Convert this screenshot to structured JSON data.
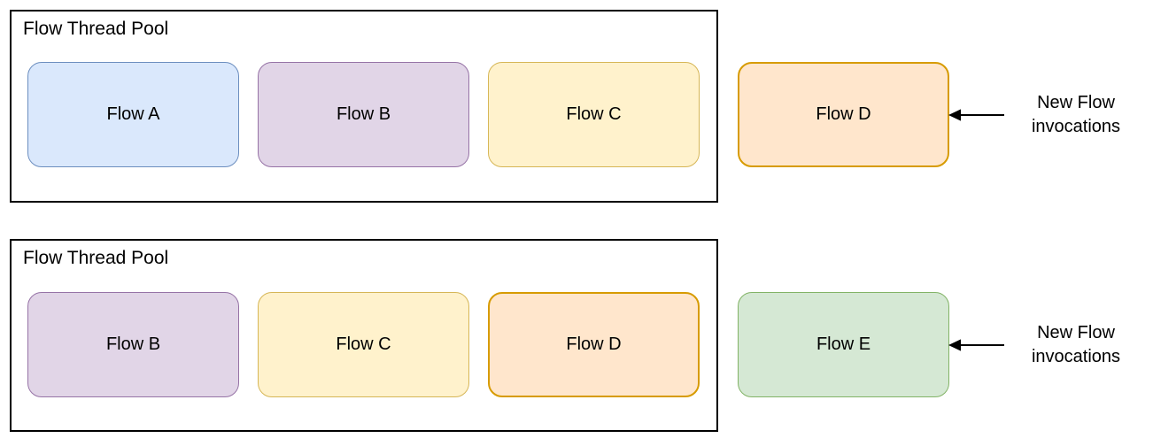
{
  "colors": {
    "pool_border": "#000000",
    "arrow": "#000000",
    "text": "#000000",
    "background": "#ffffff"
  },
  "pools": [
    {
      "title": "Flow Thread Pool",
      "threads": [
        {
          "label": "Flow A",
          "fill": "#dae8fc",
          "stroke": "#6c8ebf",
          "border_width": "1px"
        },
        {
          "label": "Flow B",
          "fill": "#e1d5e7",
          "stroke": "#9673a6",
          "border_width": "1px"
        },
        {
          "label": "Flow C",
          "fill": "#fff2cc",
          "stroke": "#d6b656",
          "border_width": "1px"
        }
      ],
      "incoming": {
        "label": "Flow D",
        "fill": "#ffe6cc",
        "stroke": "#d79b00",
        "border_width": "2px"
      },
      "annotation": {
        "line1": "New Flow",
        "line2": "invocations"
      }
    },
    {
      "title": "Flow Thread Pool",
      "threads": [
        {
          "label": "Flow B",
          "fill": "#e1d5e7",
          "stroke": "#9673a6",
          "border_width": "1px"
        },
        {
          "label": "Flow C",
          "fill": "#fff2cc",
          "stroke": "#d6b656",
          "border_width": "1px"
        },
        {
          "label": "Flow D",
          "fill": "#ffe6cc",
          "stroke": "#d79b00",
          "border_width": "2px"
        }
      ],
      "incoming": {
        "label": "Flow E",
        "fill": "#d5e8d4",
        "stroke": "#82b366",
        "border_width": "1px"
      },
      "annotation": {
        "line1": "New Flow",
        "line2": "invocations"
      }
    }
  ]
}
